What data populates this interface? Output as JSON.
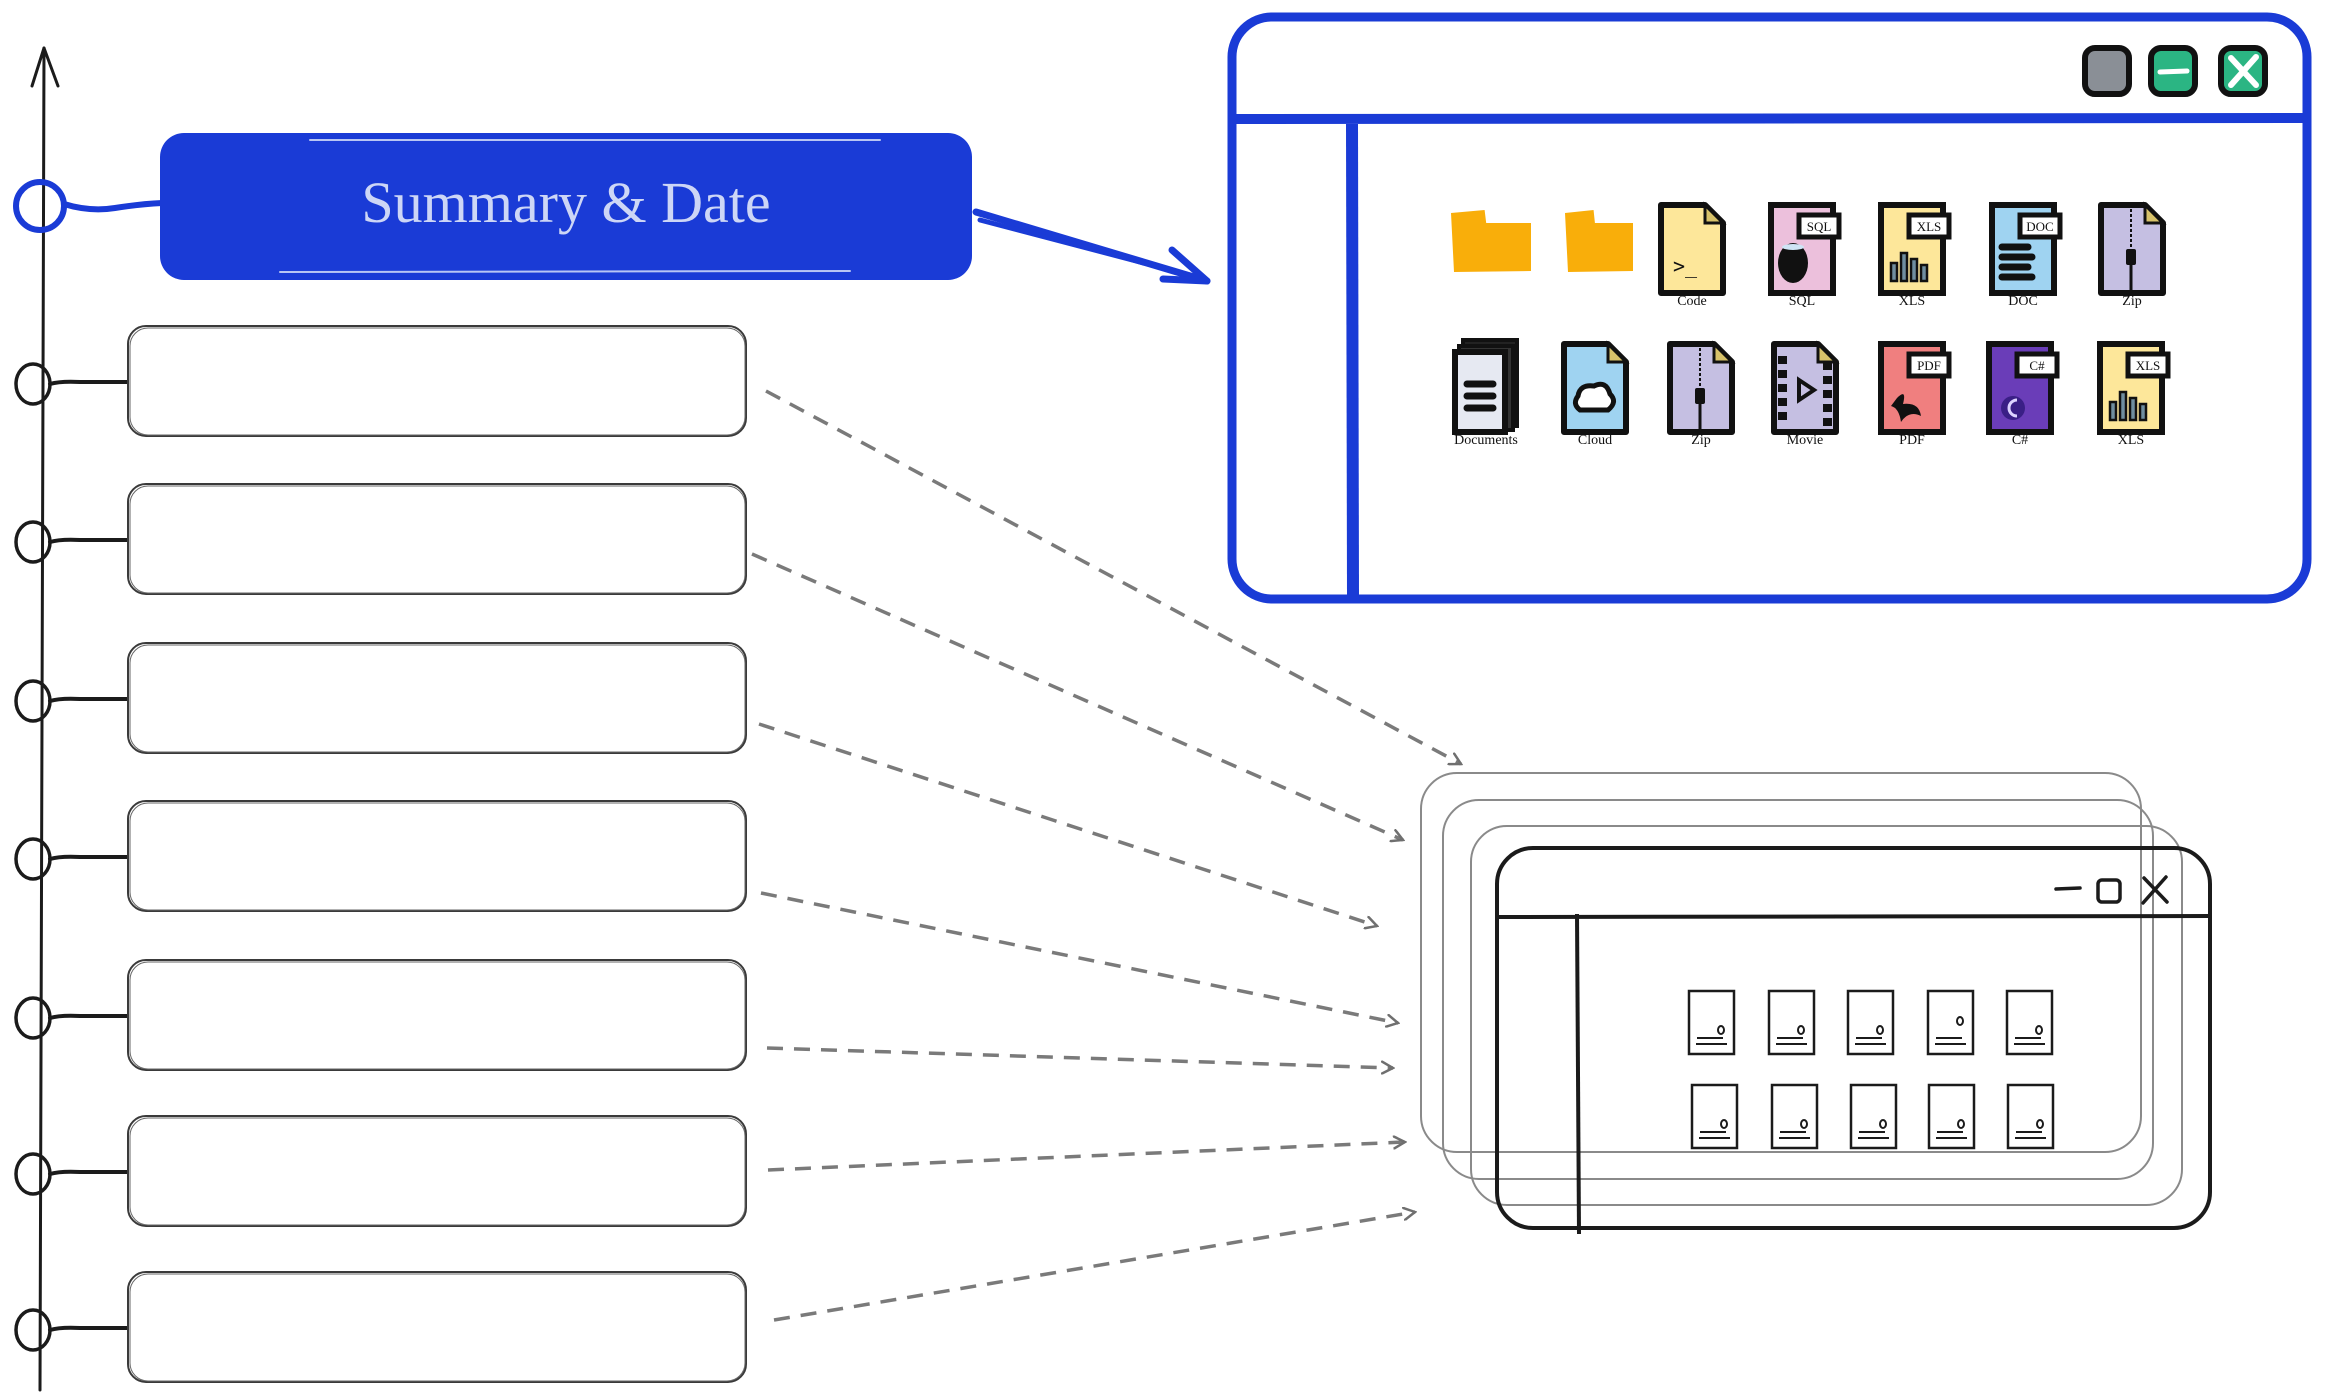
{
  "colors": {
    "accent_blue": "#1a3bd6",
    "summary_text": "#cdd6f6",
    "ink": "#1b1b1b",
    "dash_gray": "#7a7a7a",
    "folder_yellow": "#f9ae0a",
    "btn_gray": "#8a8f96",
    "btn_green": "#2bb583"
  },
  "timeline": {
    "axis_icon": "arrow-up-icon",
    "header": {
      "label": "Summary & Date"
    },
    "entries": [
      {
        "label": ""
      },
      {
        "label": ""
      },
      {
        "label": ""
      },
      {
        "label": ""
      },
      {
        "label": ""
      },
      {
        "label": ""
      },
      {
        "label": ""
      }
    ]
  },
  "featured_window": {
    "controls": [
      {
        "name": "maximize-button",
        "icon": "square-icon",
        "color": "#8a8f96"
      },
      {
        "name": "minimize-button",
        "icon": "minus-icon",
        "color": "#2bb583"
      },
      {
        "name": "close-button",
        "icon": "close-x-icon",
        "color": "#2bb583"
      }
    ],
    "rows": [
      [
        {
          "type": "folder",
          "label": "",
          "color": "#f9ae0a"
        },
        {
          "type": "folder",
          "label": "",
          "color": "#f9ae0a"
        },
        {
          "type": "code",
          "label": "Code",
          "tag": "",
          "color": "#fde79a"
        },
        {
          "type": "sql",
          "label": "SQL",
          "tag": "SQL",
          "color": "#ecc0dc"
        },
        {
          "type": "xls",
          "label": "XLS",
          "tag": "XLS",
          "color": "#fde79a"
        },
        {
          "type": "doc",
          "label": "DOC",
          "tag": "DOC",
          "color": "#9fd3f1"
        },
        {
          "type": "zip",
          "label": "Zip",
          "tag": "",
          "color": "#c5bfe2"
        }
      ],
      [
        {
          "type": "documents",
          "label": "Documents",
          "tag": "",
          "color": "#e6e9f2"
        },
        {
          "type": "cloud",
          "label": "Cloud",
          "tag": "",
          "color": "#9fd3f1"
        },
        {
          "type": "zip",
          "label": "Zip",
          "tag": "",
          "color": "#c5bfe2"
        },
        {
          "type": "movie",
          "label": "Movie",
          "tag": "",
          "color": "#c5bfe2"
        },
        {
          "type": "pdf",
          "label": "PDF",
          "tag": "PDF",
          "color": "#f07f7f"
        },
        {
          "type": "csharp",
          "label": "C#",
          "tag": "C#",
          "color": "#6a3db8"
        },
        {
          "type": "xls",
          "label": "XLS",
          "tag": "XLS",
          "color": "#fde79a"
        }
      ]
    ]
  },
  "stacked_windows": {
    "count": 4,
    "controls": [
      "minimize-icon",
      "maximize-icon",
      "close-icon"
    ],
    "file_rows": 2,
    "files_per_row": 5
  }
}
